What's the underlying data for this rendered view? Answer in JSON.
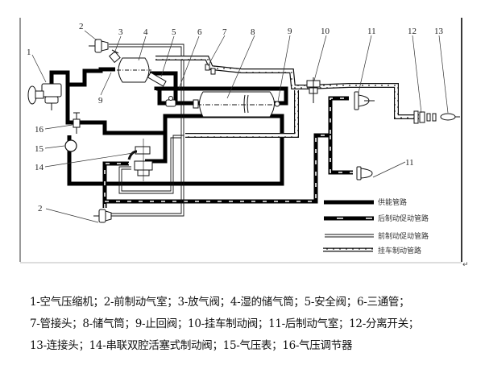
{
  "diagram": {
    "title": "汽车气压制动系统管路布置示意图",
    "component_labels": [
      {
        "id": "1",
        "text": "1"
      },
      {
        "id": "2a",
        "text": "2"
      },
      {
        "id": "3",
        "text": "3"
      },
      {
        "id": "4",
        "text": "4"
      },
      {
        "id": "5",
        "text": "5"
      },
      {
        "id": "6",
        "text": "6"
      },
      {
        "id": "7",
        "text": "7"
      },
      {
        "id": "8",
        "text": "8"
      },
      {
        "id": "9a",
        "text": "9"
      },
      {
        "id": "9b",
        "text": "9"
      },
      {
        "id": "10",
        "text": "10"
      },
      {
        "id": "11a",
        "text": "11"
      },
      {
        "id": "11b",
        "text": "11"
      },
      {
        "id": "12",
        "text": "12"
      },
      {
        "id": "13",
        "text": "13"
      },
      {
        "id": "14",
        "text": "14"
      },
      {
        "id": "15",
        "text": "15"
      },
      {
        "id": "16",
        "text": "16"
      },
      {
        "id": "2b",
        "text": "2"
      }
    ],
    "legend": [
      {
        "style": "supply",
        "text": "供能管路"
      },
      {
        "style": "rear",
        "text": "后制动促动管路"
      },
      {
        "style": "front",
        "text": "前制动促动管路"
      },
      {
        "style": "trailer",
        "text": "挂车制动管路"
      }
    ],
    "return_mark": "↵"
  },
  "caption": {
    "lines": [
      "1-空气压缩机；2-前制动气室；3-放气阀；4-湿的储气筒；5-安全阀；6-三通管；",
      "7-管接头；8-储气筒；9-止回阀；10-挂车制动阀；11-后制动气室；12-分离开关；",
      "13-连接头；14-串联双腔活塞式制动阀；15-气压表；16-气压调节器"
    ]
  }
}
